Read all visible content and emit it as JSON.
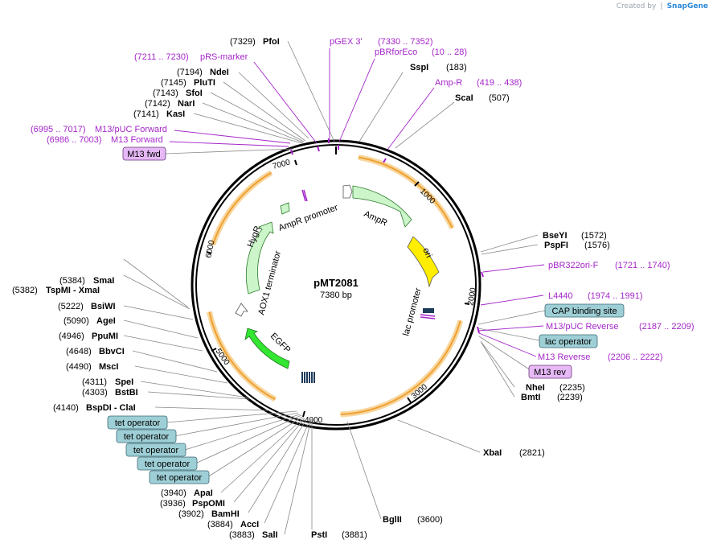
{
  "header": {
    "credit_prefix": "Created by",
    "credit_brand": "SnapGene"
  },
  "plasmid": {
    "name": "pMT2081",
    "size_label": "7380 bp",
    "length_bp": 7380
  },
  "ticks": [
    "1000",
    "2000",
    "3000",
    "4000",
    "5000",
    "6000",
    "7000"
  ],
  "features": [
    {
      "name": "AmpR promoter",
      "color": "#ffffff"
    },
    {
      "name": "AmpR",
      "color": "#ccf5c9"
    },
    {
      "name": "ori",
      "color": "#ffee00"
    },
    {
      "name": "lac promoter",
      "color": "#ffffff"
    },
    {
      "name": "EGFP",
      "color": "#32e632"
    },
    {
      "name": "AOX1 terminator",
      "color": "#ffffff"
    },
    {
      "name": "HygR",
      "color": "#ccf5c9"
    }
  ],
  "sites": [
    {
      "pos": "(7329)",
      "name": "PfoI"
    },
    {
      "pos": "(183)",
      "name": "SspI"
    },
    {
      "pos": "(507)",
      "name": "ScaI"
    },
    {
      "pos": "(7194)",
      "name": "NdeI"
    },
    {
      "pos": "(7145)",
      "name": "PluTI"
    },
    {
      "pos": "(7143)",
      "name": "SfoI"
    },
    {
      "pos": "(7142)",
      "name": "NarI"
    },
    {
      "pos": "(7141)",
      "name": "KasI"
    },
    {
      "pos": "(1572)",
      "name": "BseYI"
    },
    {
      "pos": "(1576)",
      "name": "PspFI"
    },
    {
      "pos": "(5384)",
      "name": "SmaI"
    },
    {
      "pos": "(5382)",
      "name": "TspMI - XmaI"
    },
    {
      "pos": "(5222)",
      "name": "BsiWI"
    },
    {
      "pos": "(5090)",
      "name": "AgeI"
    },
    {
      "pos": "(4946)",
      "name": "PpuMI"
    },
    {
      "pos": "(4648)",
      "name": "BbvCI"
    },
    {
      "pos": "(4490)",
      "name": "MscI"
    },
    {
      "pos": "(4311)",
      "name": "SpeI"
    },
    {
      "pos": "(4303)",
      "name": "BstBI"
    },
    {
      "pos": "(4140)",
      "name": "BspDI - ClaI"
    },
    {
      "pos": "(2235)",
      "name": "NheI"
    },
    {
      "pos": "(2239)",
      "name": "BmtI"
    },
    {
      "pos": "(2821)",
      "name": "XbaI"
    },
    {
      "pos": "(3940)",
      "name": "ApaI"
    },
    {
      "pos": "(3936)",
      "name": "PspOMI"
    },
    {
      "pos": "(3902)",
      "name": "BamHI"
    },
    {
      "pos": "(3884)",
      "name": "AccI"
    },
    {
      "pos": "(3883)",
      "name": "SalI"
    },
    {
      "pos": "(3881)",
      "name": "PstI"
    },
    {
      "pos": "(3600)",
      "name": "BglII"
    }
  ],
  "primers": [
    {
      "name": "pGEX 3'",
      "range": "(7330 .. 7352)"
    },
    {
      "name": "pBRforEco",
      "range": "(10 .. 28)"
    },
    {
      "name": "pRS-marker",
      "range": "(7211 .. 7230)"
    },
    {
      "name": "Amp-R",
      "range": "(419 .. 438)"
    },
    {
      "name": "M13/pUC Forward",
      "range": "(6995 .. 7017)"
    },
    {
      "name": "M13 Forward",
      "range": "(6986 .. 7003)"
    },
    {
      "name": "pBR322ori-F",
      "range": "(1721 .. 1740)"
    },
    {
      "name": "L4440",
      "range": "(1974 .. 1991)"
    },
    {
      "name": "M13/pUC Reverse",
      "range": "(2187 .. 2209)"
    },
    {
      "name": "M13 Reverse",
      "range": "(2206 .. 2222)"
    }
  ],
  "boxes": [
    {
      "label": "M13 fwd",
      "kind": "primer",
      "color": "#e6b8f5"
    },
    {
      "label": "CAP binding site",
      "kind": "site",
      "color": "#9fcfd6"
    },
    {
      "label": "lac operator",
      "kind": "site",
      "color": "#9fcfd6"
    },
    {
      "label": "M13 rev",
      "kind": "primer",
      "color": "#e6b8f5"
    },
    {
      "label": "tet operator",
      "kind": "site",
      "color": "#9fcfd6"
    },
    {
      "label": "tet operator",
      "kind": "site",
      "color": "#9fcfd6"
    },
    {
      "label": "tet operator",
      "kind": "site",
      "color": "#9fcfd6"
    },
    {
      "label": "tet operator",
      "kind": "site",
      "color": "#9fcfd6"
    },
    {
      "label": "tet operator",
      "kind": "site",
      "color": "#9fcfd6"
    }
  ],
  "colors": {
    "primer": "#a526c9",
    "orf_arc": "#f0a030",
    "orf_glow": "#f7d7a0",
    "backbone": "#000000"
  }
}
